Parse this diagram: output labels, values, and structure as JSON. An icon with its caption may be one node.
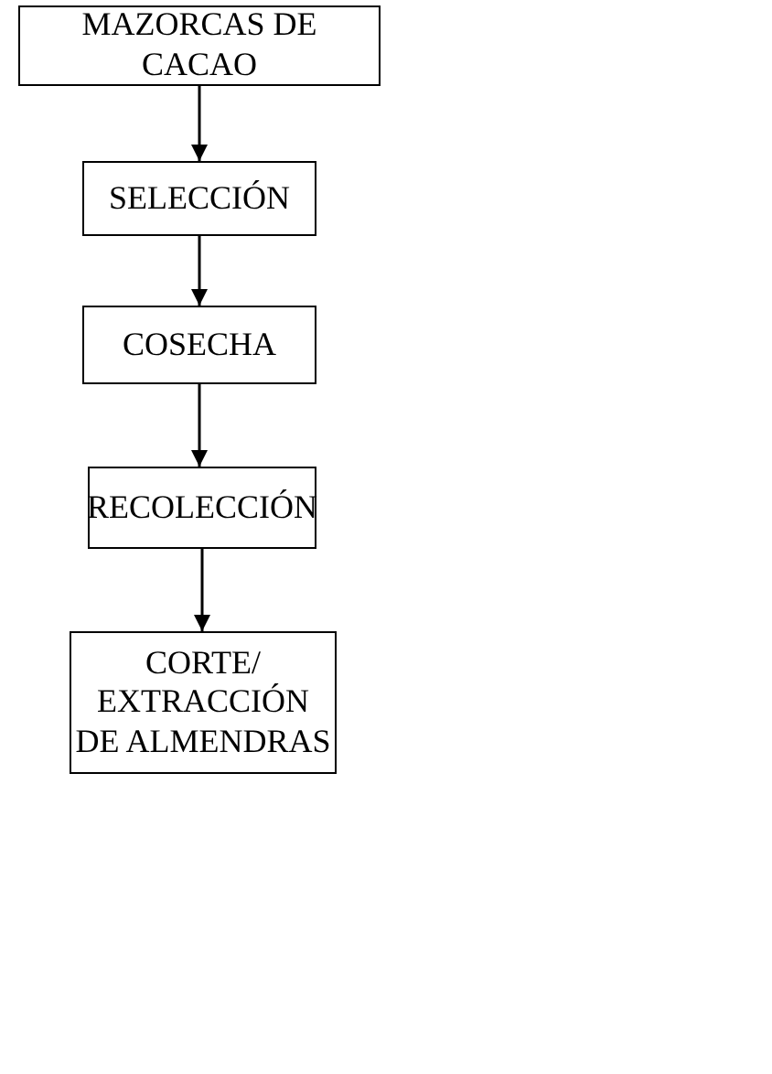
{
  "diagram": {
    "nodes": [
      {
        "text": [
          "MAZORCAS DE CACAO"
        ]
      },
      {
        "text": [
          "SELECCIÓN"
        ]
      },
      {
        "text": [
          "COSECHA"
        ]
      },
      {
        "text": [
          "RECOLECCIÓN"
        ]
      },
      {
        "text": [
          "CORTE/ EXTRACCIÓN DE ALMENDRAS"
        ]
      }
    ],
    "edges": [
      {
        "from": 0,
        "to": 1,
        "arrow": "to"
      },
      {
        "from": 1,
        "to": 2,
        "arrow": "to"
      },
      {
        "from": 2,
        "to": 3,
        "arrow": "to"
      },
      {
        "from": 3,
        "to": 4,
        "arrow": "to"
      }
    ]
  }
}
